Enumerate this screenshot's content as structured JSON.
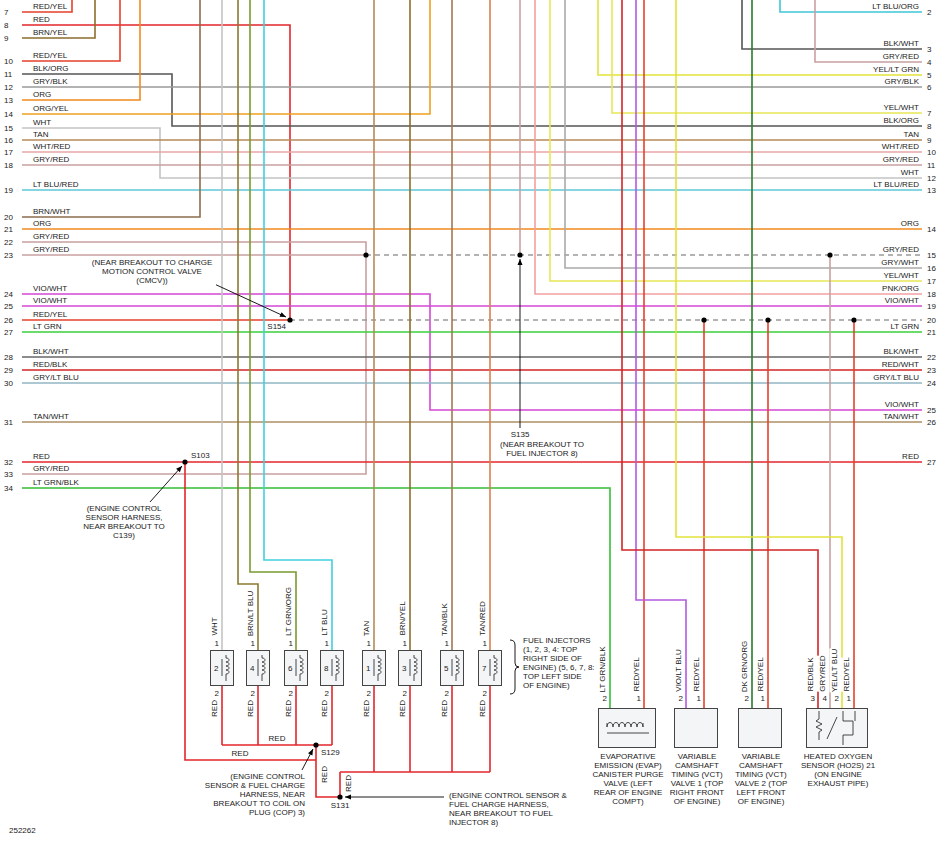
{
  "diagram": {
    "nodes": [
      {
        "text": [
          "2"
        ]
      },
      {
        "text": [
          "4"
        ]
      },
      {
        "text": [
          "6"
        ]
      },
      {
        "text": [
          "8"
        ]
      },
      {
        "text": [
          "1"
        ]
      },
      {
        "text": [
          "3"
        ]
      },
      {
        "text": [
          "5"
        ]
      },
      {
        "text": [
          "7"
        ]
      },
      {
        "text": [
          "EVAPORATIVE EMISSION (EVAP) CANISTER PURGE VALVE (LEFT REAR OF ENGINE COMPT)"
        ]
      },
      {
        "text": [
          "VARIABLE CAMSHAFT TIMING (VCT) VALVE 1 (TOP RIGHT FRONT OF ENGINE)"
        ]
      },
      {
        "text": [
          "VARIABLE CAMSHAFT TIMING (VCT) VALVE 2 (TOP LEFT FRONT OF ENGINE)"
        ]
      },
      {
        "text": [
          "HEATED OXYGEN SENSOR (HO2S) 21 (ON ENGINE EXHAUST PIPE)"
        ]
      }
    ],
    "labels": [
      "RED/YEL",
      "7",
      "RED",
      "8",
      "BRN/YEL",
      "9",
      "RED/YEL",
      "10",
      "BLK/ORG",
      "11",
      "GRY/BLK",
      "12",
      "ORG",
      "13",
      "ORG/YEL",
      "14",
      "WHT",
      "15",
      "TAN",
      "16",
      "WHT/RED",
      "17",
      "GRY/RED",
      "18",
      "LT BLU/RED",
      "19",
      "BRN/WHT",
      "20",
      "ORG",
      "21",
      "GRY/RED",
      "22",
      "GRY/RED",
      "23",
      "VIO/WHT",
      "24",
      "VIO/WHT",
      "25",
      "RED/YEL",
      "26",
      "LT GRN",
      "27",
      "BLK/WHT",
      "28",
      "RED/BLK",
      "29",
      "GRY/LT BLU",
      "30",
      "TAN/WHT",
      "31",
      "RED",
      "32",
      "GRY/RED",
      "33",
      "LT GRN/BLK",
      "34",
      "LT BLU/ORG",
      "2",
      "BLK/WHT",
      "3",
      "GRY/RED",
      "4",
      "YEL/LT GRN",
      "5",
      "GRY/BLK",
      "6",
      "YEL/WHT",
      "7",
      "BLK/ORG",
      "8",
      "TAN",
      "9",
      "WHT/RED",
      "10",
      "GRY/RED",
      "11",
      "WHT",
      "12",
      "LT BLU/RED",
      "13",
      "ORG",
      "14",
      "GRY/RED",
      "15",
      "GRY/WHT",
      "16",
      "YEL/WHT",
      "17",
      "PNK/ORG",
      "18",
      "VIO/WHT",
      "19",
      "20",
      "LT GRN",
      "21",
      "BLK/WHT",
      "22",
      "RED/WHT",
      "23",
      "GRY/LT BLU",
      "24",
      "VIO/WHT",
      "25",
      "TAN/WHT",
      "26",
      "RED",
      "27",
      "(NEAR BREAKOUT TO CHARGE MOTION CONTROL VALVE (CMCV))",
      "S154",
      "S135",
      "(NEAR BREAKOUT TO FUEL INJECTOR 8)",
      "S103",
      "(ENGINE CONTROL SENSOR HARNESS, NEAR BREAKOUT TO C139)",
      "WHT",
      "1",
      "2",
      "RED",
      "BRN/LT BLU",
      "1",
      "2",
      "RED",
      "LT GRN/ORG",
      "1",
      "2",
      "RED",
      "LT BLU",
      "1",
      "2",
      "RED",
      "TAN",
      "1",
      "2",
      "RED",
      "BRN/YEL",
      "1",
      "2",
      "RED",
      "TAN/BLK",
      "1",
      "2",
      "RED",
      "TAN/RED",
      "1",
      "2",
      "RED",
      "FUEL INJECTORS (1, 2, 3, 4: TOP RIGHT SIDE OF ENGINE) (5, 6, 7, 8: TOP LEFT SIDE OF ENGINE)",
      "RED",
      "RED",
      "S129",
      "(ENGINE CONTROL SENSOR & FUEL CHARGE HARNESS, NEAR BREAKOUT TO COIL ON PLUG (COP) 3)",
      "RED",
      "RED",
      "S131",
      "(ENGINE CONTROL SENSOR & FUEL CHARGE HARNESS, NEAR BREAKOUT TO FUEL INJECTOR 8)",
      "LT GRN/BLK",
      "2",
      "RED/YEL",
      "1",
      "VIO/LT BLU",
      "2",
      "RED/YEL",
      "1",
      "DK GRN/ORG",
      "2",
      "RED/YEL",
      "1",
      "RED/BLK",
      "3",
      "GRY/RED",
      "4",
      "YEL/LT BLU",
      "2",
      "RED/YEL",
      "1",
      "252262"
    ]
  }
}
